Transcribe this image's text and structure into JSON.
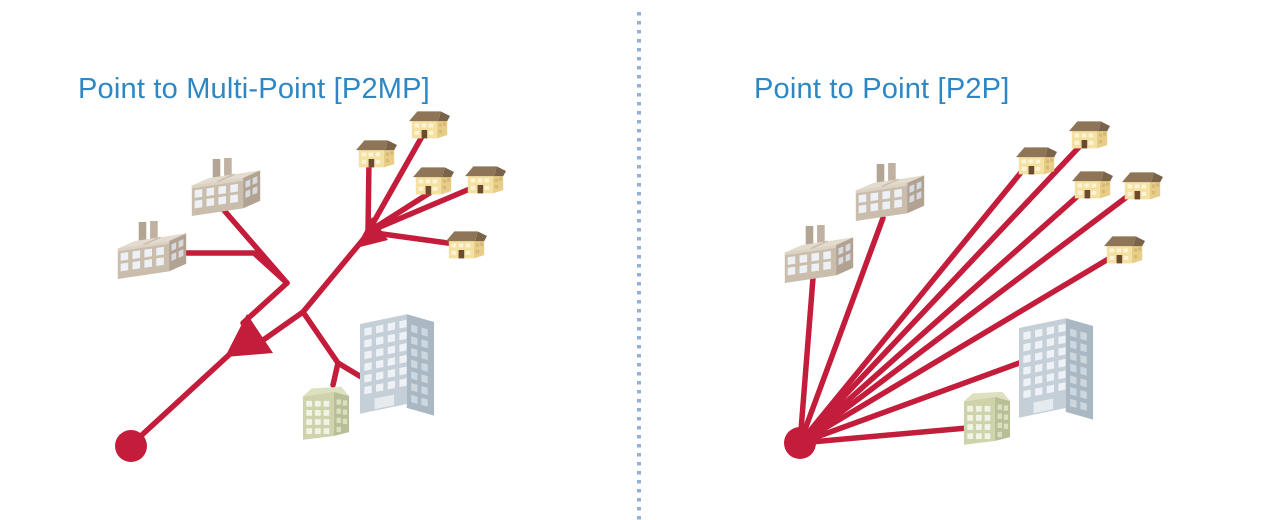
{
  "colors": {
    "accent_red": "#C31D3B",
    "title_blue": "#2E87C3",
    "divider_blue": "#7FA3D1",
    "background": "#FFFFFF"
  },
  "left_panel": {
    "title": "Point to Multi-Point [P2MP]",
    "topology": "P2MP",
    "buildings": {
      "factories": 2,
      "houses": 5,
      "apartment_buildings": 1,
      "office_towers": 1
    },
    "hub": "single central point",
    "link_structure": "branched feeders merging into one trunk with arrow into hub"
  },
  "right_panel": {
    "title": "Point to Point [P2P]",
    "topology": "P2P",
    "buildings": {
      "factories": 2,
      "houses": 5,
      "apartment_buildings": 1,
      "office_towers": 1
    },
    "hub": "single central point",
    "link_count": 9,
    "link_structure": "dedicated direct line from hub to each building"
  },
  "divider": {
    "style": "vertical dotted line"
  }
}
